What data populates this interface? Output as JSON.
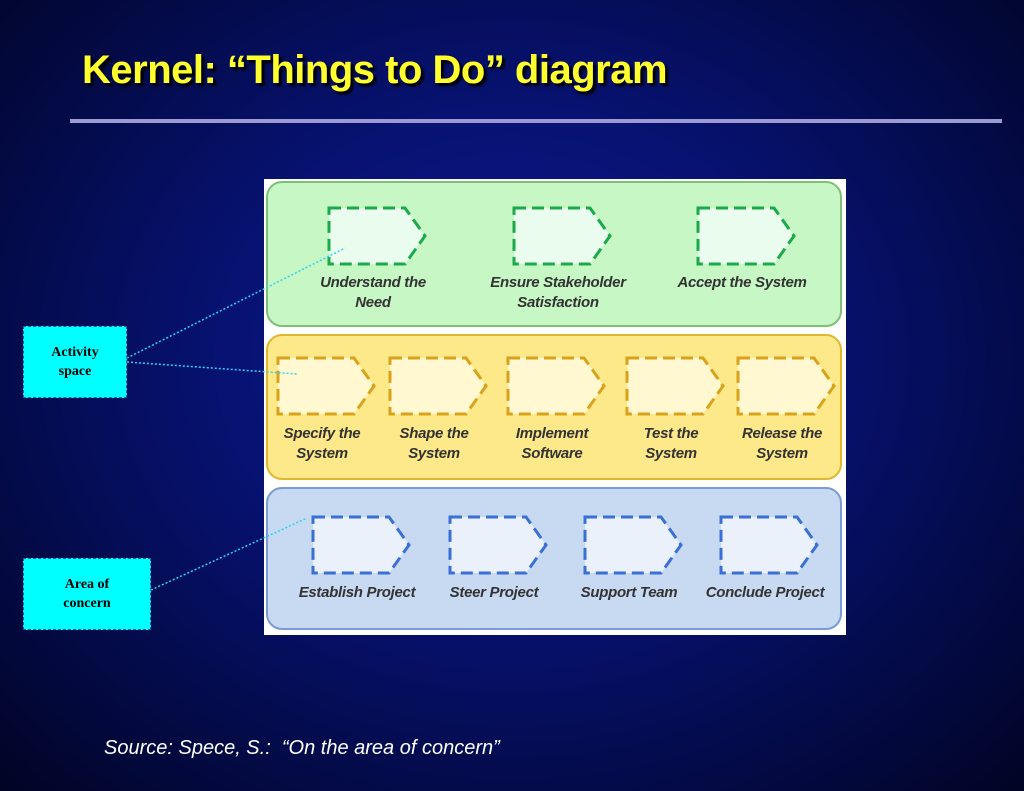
{
  "slide": {
    "title": "Kernel: “Things to Do” diagram",
    "source": "Source: Spece, S.:  “On the area of concern”"
  },
  "callouts": {
    "activity_space": "Activity space",
    "area_of_concern": "Area of concern"
  },
  "bands": [
    {
      "name": "green",
      "colors": {
        "fill": "#c6f7c4",
        "border": "#7fbf7a",
        "arrow": "#1aaa4a",
        "arrow_fill": "#eafcee"
      },
      "activities": [
        {
          "label_lines": [
            "Understand the",
            "Need"
          ]
        },
        {
          "label_lines": [
            "Ensure Stakeholder",
            "Satisfaction"
          ]
        },
        {
          "label_lines": [
            "Accept the System"
          ]
        }
      ]
    },
    {
      "name": "yellow",
      "colors": {
        "fill": "#fde88a",
        "border": "#e0b830",
        "arrow": "#d9a21a",
        "arrow_fill": "#fff8d0"
      },
      "activities": [
        {
          "label_lines": [
            "Specify the",
            "System"
          ]
        },
        {
          "label_lines": [
            "Shape the",
            "System"
          ]
        },
        {
          "label_lines": [
            "Implement",
            "Software"
          ]
        },
        {
          "label_lines": [
            "Test the",
            "System"
          ]
        },
        {
          "label_lines": [
            "Release the",
            "System"
          ]
        }
      ]
    },
    {
      "name": "blue",
      "colors": {
        "fill": "#c8d9f2",
        "border": "#7a9bd6",
        "arrow": "#3a6fd6",
        "arrow_fill": "#eaf1fb"
      },
      "activities": [
        {
          "label_lines": [
            "Establish Project"
          ]
        },
        {
          "label_lines": [
            "Steer Project"
          ]
        },
        {
          "label_lines": [
            "Support Team"
          ]
        },
        {
          "label_lines": [
            "Conclude Project"
          ]
        }
      ]
    }
  ],
  "colors": {
    "title": "#ffff2e",
    "callout_fill": "#00ffff",
    "connector": "#29d4f2"
  }
}
